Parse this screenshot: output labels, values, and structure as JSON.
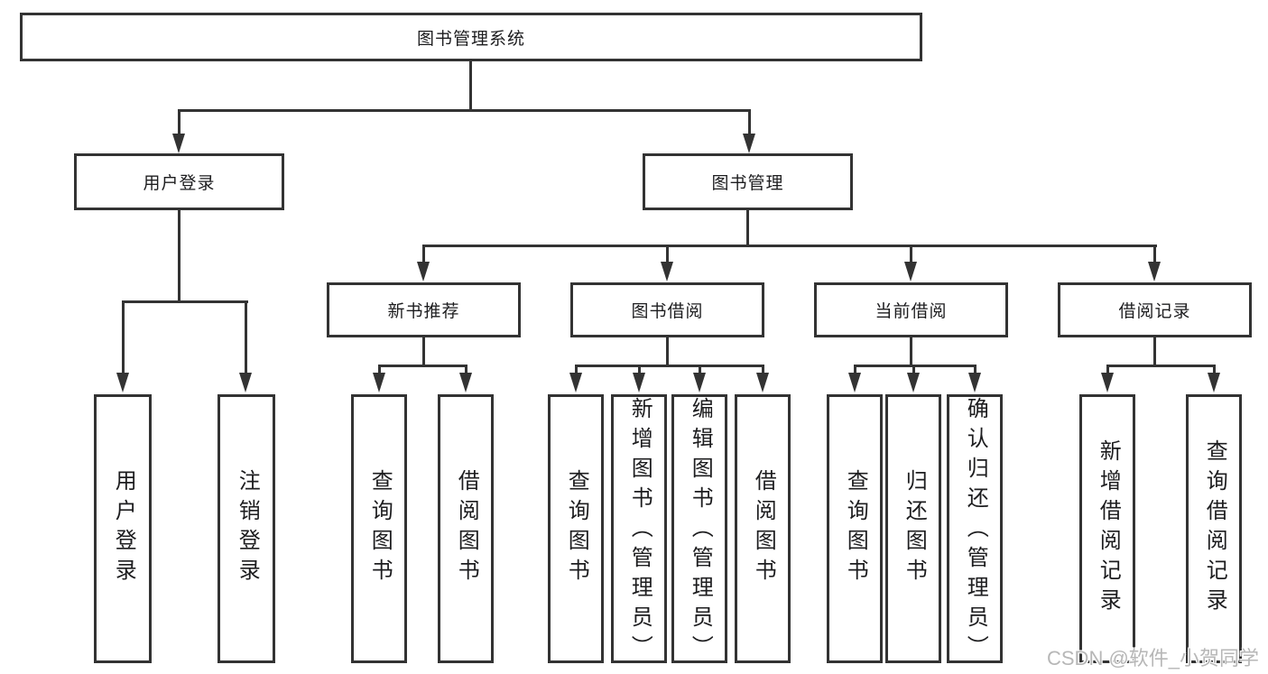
{
  "tree": {
    "root": "图书管理系统",
    "children": [
      {
        "label": "用户登录",
        "children": [
          "用户登录",
          "注销登录"
        ]
      },
      {
        "label": "图书管理",
        "children": [
          {
            "label": "新书推荐",
            "children": [
              "查询图书",
              "借阅图书"
            ]
          },
          {
            "label": "图书借阅",
            "children": [
              "查询图书",
              "新增图书（管理员）",
              "编辑图书（管理员）",
              "借阅图书"
            ]
          },
          {
            "label": "当前借阅",
            "children": [
              "查询图书",
              "归还图书",
              "确认归还（管理员）"
            ]
          },
          {
            "label": "借阅记录",
            "children": [
              "新增借阅记录",
              "查询借阅记录"
            ]
          }
        ]
      }
    ]
  },
  "watermark": "CSDN @软件_小贺同学",
  "colors": {
    "line": "#333333",
    "text": "#1d1d1f",
    "background": "#ffffff",
    "watermark": "#b7b7b7"
  }
}
